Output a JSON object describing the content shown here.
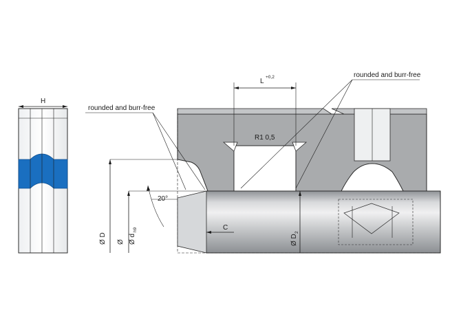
{
  "labels": {
    "height": "H",
    "groove_length": "L",
    "groove_length_tol": "+0,2",
    "callout_left": "rounded and burr-free",
    "callout_right": "rounded and burr-free",
    "radius": "R1 0,5",
    "angle": "20°",
    "chamfer": "C",
    "dia_small": "Ø D",
    "dia_shaft_symbol": "Ø d",
    "dia_shaft_sub": "h9",
    "dia_bore_symbol": "Ø D",
    "dia_bore_sub": "2",
    "dia_small_prefix": "Ø"
  },
  "colors": {
    "seal_blue": "#1a6fc0",
    "housing_gray": "#a9abad",
    "shaft_gray_dark": "#9fa2a6",
    "shaft_gray_light": "#e9eaeb",
    "line": "#1a1a1a"
  }
}
